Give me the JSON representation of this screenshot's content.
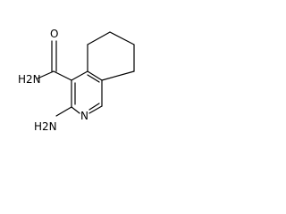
{
  "molecule": {
    "atom_labels": {
      "carbonyl_oxygen": "O",
      "amide_nitrogen": "H2N",
      "amino_nitrogen": "H2N",
      "ring_nitrogen": "N"
    }
  }
}
